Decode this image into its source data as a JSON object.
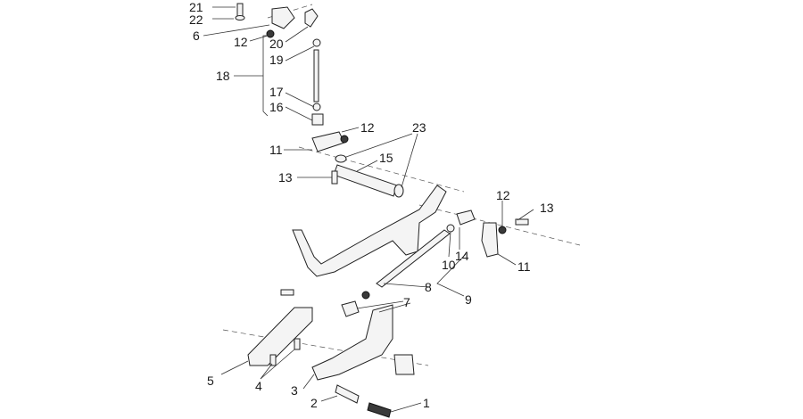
{
  "diagram": {
    "callouts": {
      "c21": "21",
      "c22": "22",
      "c6": "6",
      "c12a": "12",
      "c20": "20",
      "c19": "19",
      "c18": "18",
      "c17": "17",
      "c16": "16",
      "c12b": "12",
      "c23": "23",
      "c11a": "11",
      "c15": "15",
      "c13a": "13",
      "c12c": "12",
      "c13b": "13",
      "c14": "14",
      "c11b": "11",
      "c10": "10",
      "c8": "8",
      "c9": "9",
      "c7": "7",
      "c5": "5",
      "c4": "4",
      "c3": "3",
      "c2": "2",
      "c1": "1"
    }
  }
}
